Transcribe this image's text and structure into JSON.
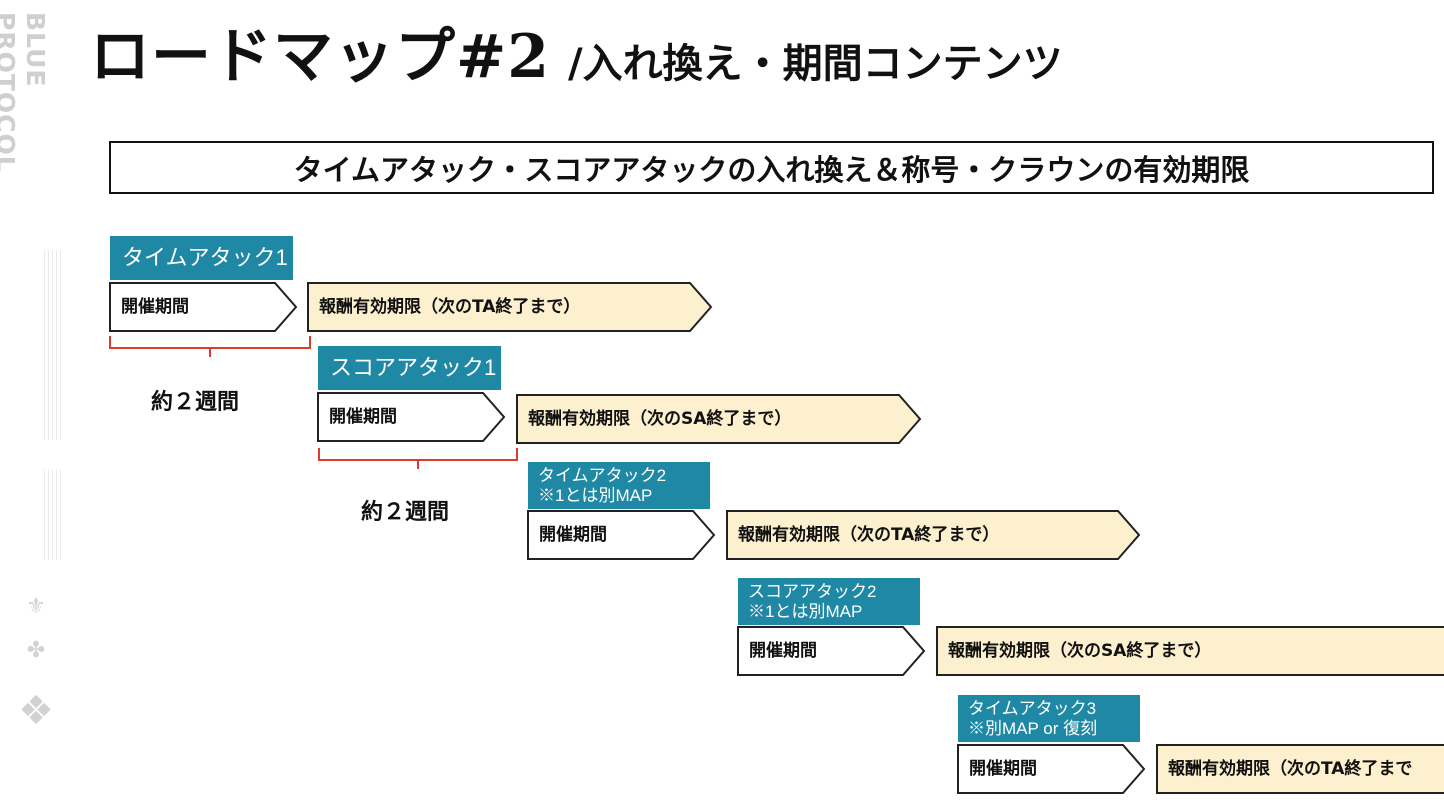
{
  "brand": {
    "logo_text": "BLUE PROTOCOL",
    "icon_names": [
      "watermark-glyph-icon",
      "emblem-icon",
      "crest-icon"
    ]
  },
  "title": {
    "main": "ロードマップ#2",
    "sub": "/入れ換え・期間コンテンツ"
  },
  "headline": "タイムアタック・スコアアタックの入れ換え＆称号・クラウンの有効期限",
  "rows": [
    {
      "tag_lines": [
        "タイムアタック1"
      ],
      "period_label": "開催期間",
      "reward_label": "報酬有効期限（次のTA終了まで）"
    },
    {
      "tag_lines": [
        "スコアアタック1"
      ],
      "period_label": "開催期間",
      "reward_label": "報酬有効期限（次のSA終了まで）"
    },
    {
      "tag_lines": [
        "タイムアタック2",
        "※1とは別MAP"
      ],
      "period_label": "開催期間",
      "reward_label": "報酬有効期限（次のTA終了まで）"
    },
    {
      "tag_lines": [
        "スコアアタック2",
        "※1とは別MAP"
      ],
      "period_label": "開催期間",
      "reward_label": "報酬有効期限（次のSA終了まで）"
    },
    {
      "tag_lines": [
        "タイムアタック3",
        "※別MAP or 復刻"
      ],
      "period_label": "開催期間",
      "reward_label": "報酬有効期限（次のTA終了まで"
    }
  ],
  "spans": [
    {
      "label": "約２週間"
    },
    {
      "label": "約２週間"
    }
  ],
  "colors": {
    "tag_bg": "#1f88a4",
    "reward_fill": "#fdf0cf",
    "bracket": "#e03a2a",
    "outline": "#222222"
  }
}
